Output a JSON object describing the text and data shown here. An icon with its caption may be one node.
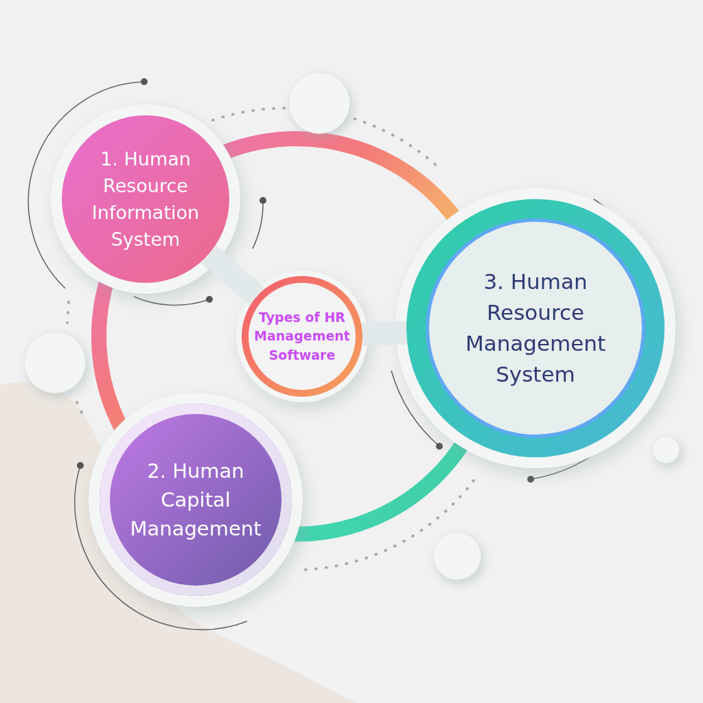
{
  "diagram": {
    "nodes": [
      {
        "text": [
          "Types of HR Management Software"
        ]
      },
      {
        "text": [
          "1. Human Resource Information System"
        ]
      },
      {
        "text": [
          "2. Human Capital Management"
        ]
      },
      {
        "text": [
          "3. Human Resource Management System"
        ]
      },
      {
        "text": [],
        "shape": "circle"
      },
      {
        "text": [],
        "shape": "circle"
      },
      {
        "text": [],
        "shape": "circle"
      },
      {
        "text": [],
        "shape": "circle"
      }
    ],
    "edges": [
      {
        "from": 0,
        "to": 1,
        "arrow": "none"
      },
      {
        "from": 0,
        "to": 3,
        "arrow": "none"
      }
    ]
  }
}
